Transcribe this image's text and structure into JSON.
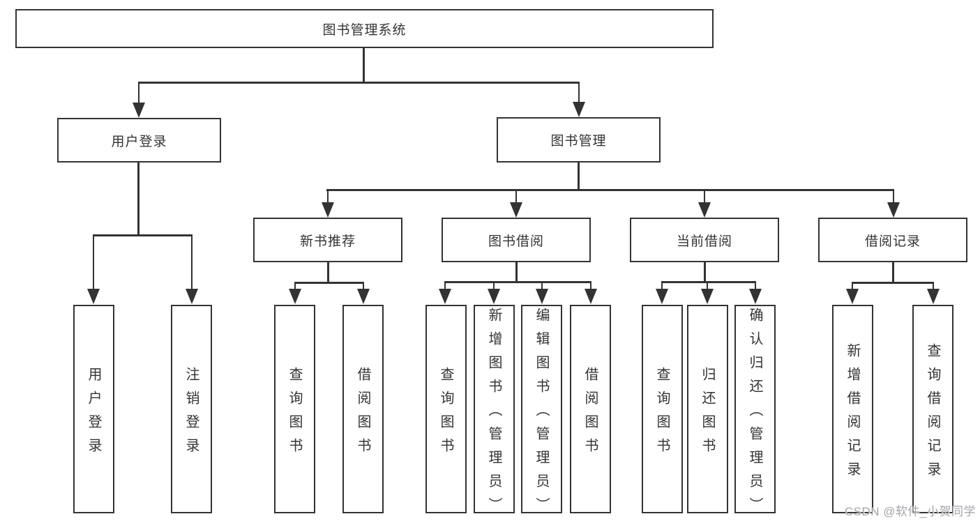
{
  "tree": {
    "root": "图书管理系统",
    "level2": [
      {
        "label": "用户登录",
        "children": [
          "用户登录",
          "注销登录"
        ]
      },
      {
        "label": "图书管理",
        "children": [
          {
            "label": "新书推荐",
            "children": [
              "查询图书",
              "借阅图书"
            ]
          },
          {
            "label": "图书借阅",
            "children": [
              "查询图书",
              "新增图书（管理员）",
              "编辑图书（管理员）",
              "借阅图书"
            ]
          },
          {
            "label": "当前借阅",
            "children": [
              "查询图书",
              "归还图书",
              "确认归还（管理员）"
            ]
          },
          {
            "label": "借阅记录",
            "children": [
              "新增借阅记录",
              "查询借阅记录"
            ]
          }
        ]
      }
    ]
  },
  "watermark": {
    "text": "CSDN @软件_小贺同学"
  },
  "colors": {
    "line": "#333333",
    "text": "#333333",
    "background": "#ffffff",
    "watermark_text": "#a3a4aa"
  }
}
